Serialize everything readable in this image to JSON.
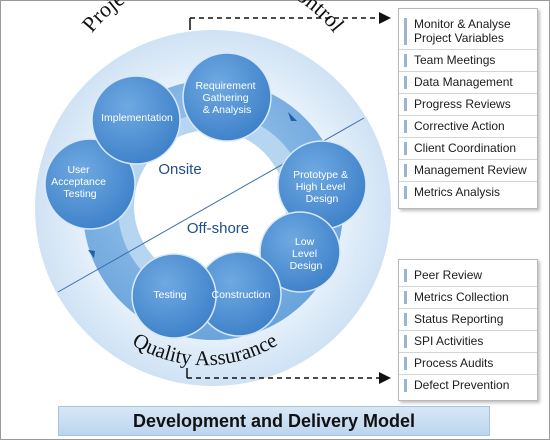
{
  "arc_top_title": "Project Monitoring and Control",
  "arc_bottom_title": "Quality Assurance",
  "center": {
    "top_label": "Onsite",
    "bottom_label": "Off-shore"
  },
  "phases": [
    {
      "id": "requirement",
      "lines": [
        "Requirement",
        "Gathering",
        "& Analysis"
      ]
    },
    {
      "id": "prototype",
      "lines": [
        "Prototype &",
        "High Level",
        "Design"
      ]
    },
    {
      "id": "low-level-design",
      "lines": [
        "Low",
        "Level",
        "Design"
      ]
    },
    {
      "id": "construction",
      "lines": [
        "Construction"
      ]
    },
    {
      "id": "testing",
      "lines": [
        "Testing"
      ]
    },
    {
      "id": "uat",
      "lines": [
        "User",
        "Acceptance",
        "Testing"
      ]
    },
    {
      "id": "implementation",
      "lines": [
        "Implementation"
      ]
    }
  ],
  "monitoring_panel": [
    "Monitor & Analyse\nProject Variables",
    "Team Meetings",
    "Data Management",
    "Progress Reviews",
    "Corrective Action",
    "Client Coordination",
    "Management Review",
    "Metrics Analysis"
  ],
  "quality_panel": [
    "Peer Review",
    "Metrics Collection",
    "Status Reporting",
    "SPI Activities",
    "Process Audits",
    "Defect Prevention"
  ],
  "footer_title": "Development and Delivery Model",
  "colors": {
    "outer_ring": "#d9e9f7",
    "middle_ring": "#7fb3e3",
    "inner_ring": "#a9cdef",
    "phase_bubble": "#4b8ed3",
    "center_text": "#1f4f86"
  }
}
